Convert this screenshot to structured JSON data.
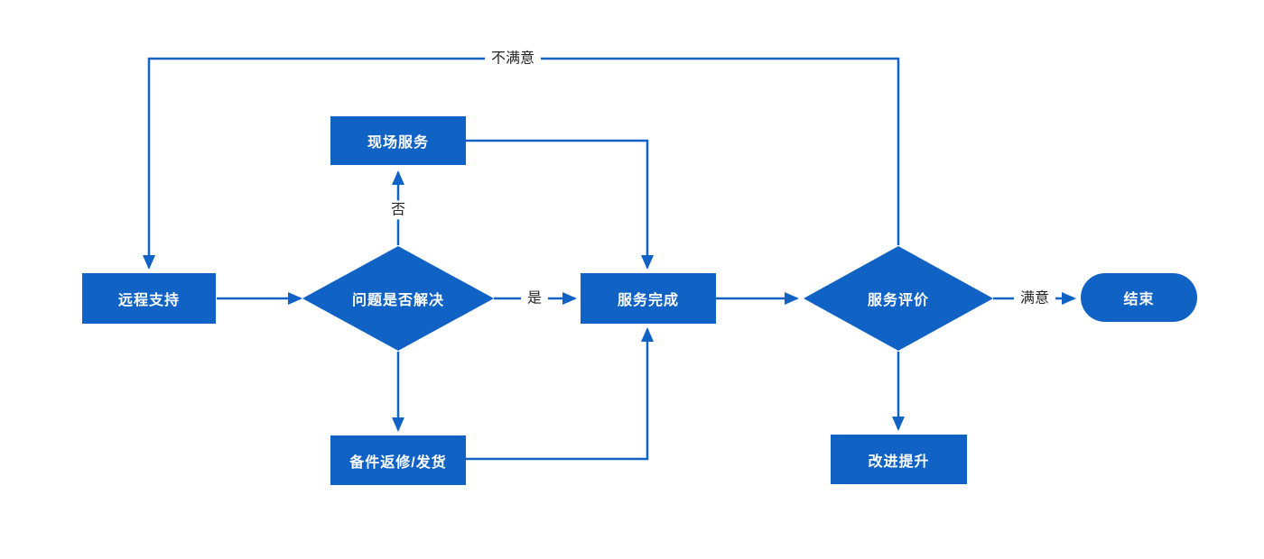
{
  "diagram": {
    "type": "flowchart",
    "colors": {
      "primary": "#1062C4",
      "node_text": "#ffffff",
      "label_text": "#262626",
      "background": "#ffffff"
    },
    "nodes": [
      {
        "id": "remote-support",
        "shape": "process",
        "label": "远程支持"
      },
      {
        "id": "problem-solved",
        "shape": "decision",
        "label": "问题是否解决"
      },
      {
        "id": "onsite-service",
        "shape": "process",
        "label": "现场服务"
      },
      {
        "id": "service-complete",
        "shape": "process",
        "label": "服务完成"
      },
      {
        "id": "parts-repair-delivery",
        "shape": "process",
        "label": "备件返修/发货"
      },
      {
        "id": "service-evaluation",
        "shape": "decision",
        "label": "服务评价"
      },
      {
        "id": "end",
        "shape": "terminator",
        "label": "结束"
      },
      {
        "id": "improvement",
        "shape": "process",
        "label": "改进提升"
      }
    ],
    "edge_labels": {
      "no": "否",
      "yes": "是",
      "satisfied": "满意",
      "dissatisfied": "不满意"
    },
    "edges": [
      {
        "from": "remote-support",
        "to": "problem-solved",
        "label": ""
      },
      {
        "from": "problem-solved",
        "to": "onsite-service",
        "label": "否"
      },
      {
        "from": "problem-solved",
        "to": "service-complete",
        "label": "是"
      },
      {
        "from": "problem-solved",
        "to": "parts-repair-delivery",
        "label": ""
      },
      {
        "from": "onsite-service",
        "to": "service-complete",
        "label": ""
      },
      {
        "from": "parts-repair-delivery",
        "to": "service-complete",
        "label": ""
      },
      {
        "from": "service-complete",
        "to": "service-evaluation",
        "label": ""
      },
      {
        "from": "service-evaluation",
        "to": "end",
        "label": "满意"
      },
      {
        "from": "service-evaluation",
        "to": "improvement",
        "label": ""
      },
      {
        "from": "service-evaluation",
        "to": "remote-support",
        "label": "不满意"
      }
    ]
  }
}
